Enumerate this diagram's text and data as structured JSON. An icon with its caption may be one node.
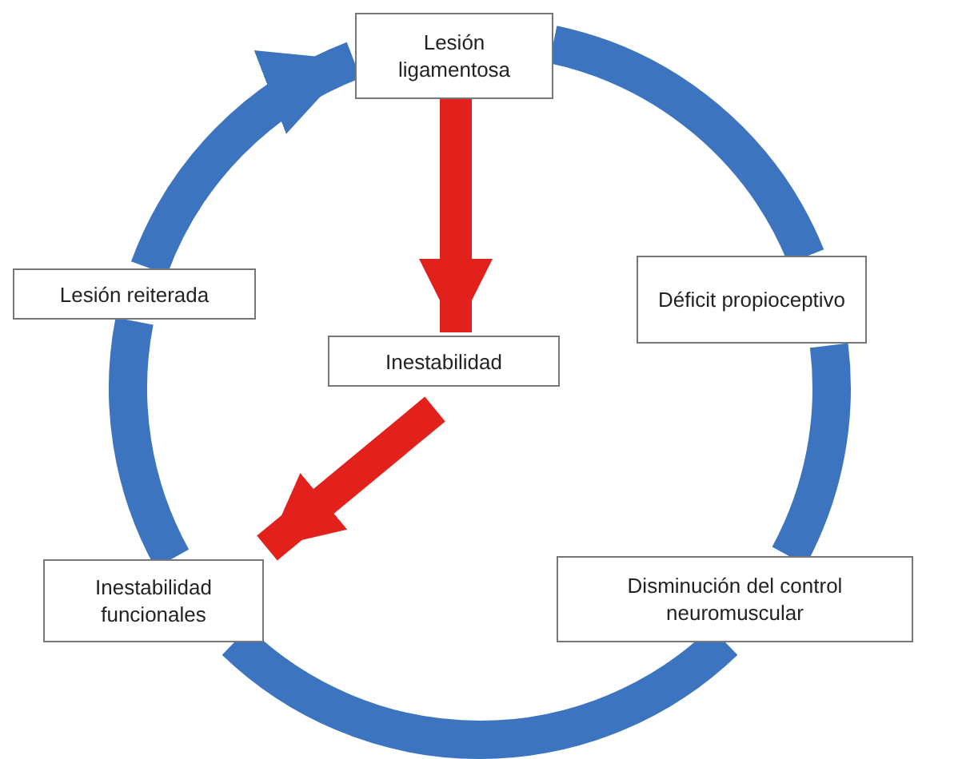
{
  "diagram": {
    "nodes": [
      {
        "text": [
          "Lesión ligamentosa"
        ]
      },
      {
        "text": [
          "Déficit propioceptivo"
        ]
      },
      {
        "text": [
          "Inestabilidad"
        ]
      },
      {
        "text": [
          "Lesión reiterada"
        ]
      },
      {
        "text": [
          "Inestabilidad funcionales"
        ]
      },
      {
        "text": [
          "Disminución del control neuromuscular"
        ]
      }
    ],
    "edges": [
      {
        "from": 0,
        "to": 1,
        "arrow": "none"
      },
      {
        "from": 1,
        "to": 5,
        "arrow": "none"
      },
      {
        "from": 5,
        "to": 4,
        "arrow": "none"
      },
      {
        "from": 4,
        "to": 3,
        "arrow": "none"
      },
      {
        "from": 3,
        "to": 0,
        "arrow": "to"
      },
      {
        "from": 0,
        "to": 2,
        "arrow": "to",
        "color": "#e3211c"
      },
      {
        "from": 2,
        "to": 4,
        "arrow": "to",
        "color": "#e3211c"
      }
    ]
  }
}
